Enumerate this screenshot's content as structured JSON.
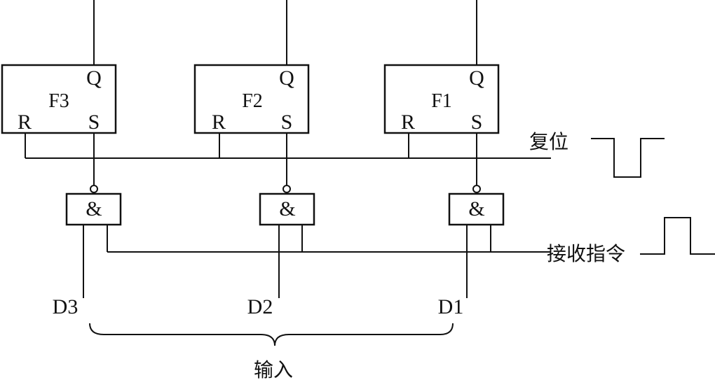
{
  "flipflops": [
    {
      "name": "F3",
      "q": "Q",
      "r": "R",
      "s": "S"
    },
    {
      "name": "F2",
      "q": "Q",
      "r": "R",
      "s": "S"
    },
    {
      "name": "F1",
      "q": "Q",
      "r": "R",
      "s": "S"
    }
  ],
  "gates": [
    {
      "symbol": "&"
    },
    {
      "symbol": "&"
    },
    {
      "symbol": "&"
    }
  ],
  "inputs": [
    "D3",
    "D2",
    "D1"
  ],
  "labels": {
    "reset": "复位",
    "receive": "接收指令",
    "input_group": "输入"
  }
}
